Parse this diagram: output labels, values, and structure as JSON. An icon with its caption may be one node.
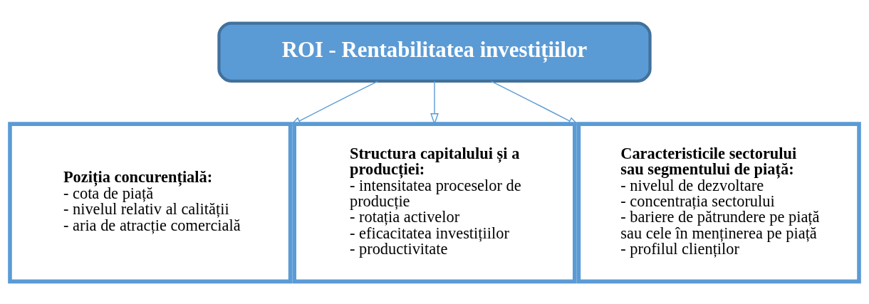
{
  "diagram": {
    "nodes": [
      {
        "text": [
          "ROI - Rentabilitatea investițiilor"
        ]
      },
      {
        "text": [
          "Poziția concurențială:",
          "- cota de piață",
          "- nivelul relativ al calității",
          "- aria de atracție comercială"
        ]
      },
      {
        "text": [
          "Structura capitalului și a producției:",
          "- intensitatea proceselor de producție",
          "- rotația activelor",
          "- eficacitatea investițiilor",
          "- productivitate"
        ]
      },
      {
        "text": [
          "Caracteristicile sectorului sau segmentului de piață:",
          "- nivelul de dezvoltare",
          "- concentrația sectorului",
          "- bariere de pătrundere pe piață sau cele în menținerea pe piață",
          "- profilul clienților"
        ]
      }
    ],
    "edges": [
      {
        "from": 0,
        "to": 1,
        "arrow": "to"
      },
      {
        "from": 0,
        "to": 2,
        "arrow": "to"
      },
      {
        "from": 0,
        "to": 3,
        "arrow": "to"
      }
    ]
  }
}
